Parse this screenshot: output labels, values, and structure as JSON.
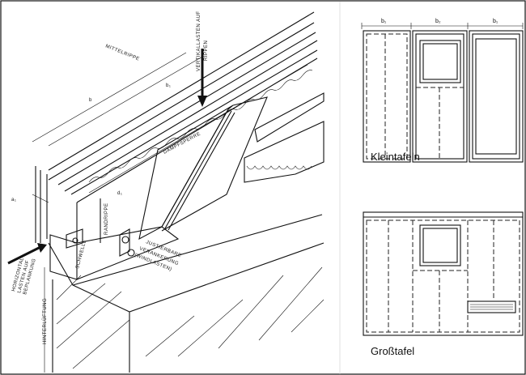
{
  "left_figure": {
    "labels": {
      "mittelrippe": "MITTELRIPPE",
      "vertikallasten": "VERTIKALLASTEN AUF",
      "vertikallasten2": "RIPPEN",
      "dampfsperre": "DAMPFSPERRE",
      "randrippe": "RANDRIPPE",
      "schwelle": "SCHWELLE",
      "verankerung1": "JUSTIERBARE",
      "verankerung2": "VERANKERUNG",
      "verankerung3": "(WINDLASTEN)",
      "horizontal1": "HORIZONTAL-",
      "horizontal2": "LASTEN AUF",
      "horizontal3": "BEPLANKUNG",
      "hinterlueftung": "HINTERLÜFTUNG",
      "dim_b": "b",
      "dim_a1": "a₁",
      "dim_b1": "b₁",
      "dim_d1": "d₁"
    }
  },
  "right_top": {
    "caption": "Kleintafeln",
    "dims": [
      "b₁",
      "b₂",
      "b₁"
    ]
  },
  "right_bottom": {
    "caption": "Großtafel"
  }
}
